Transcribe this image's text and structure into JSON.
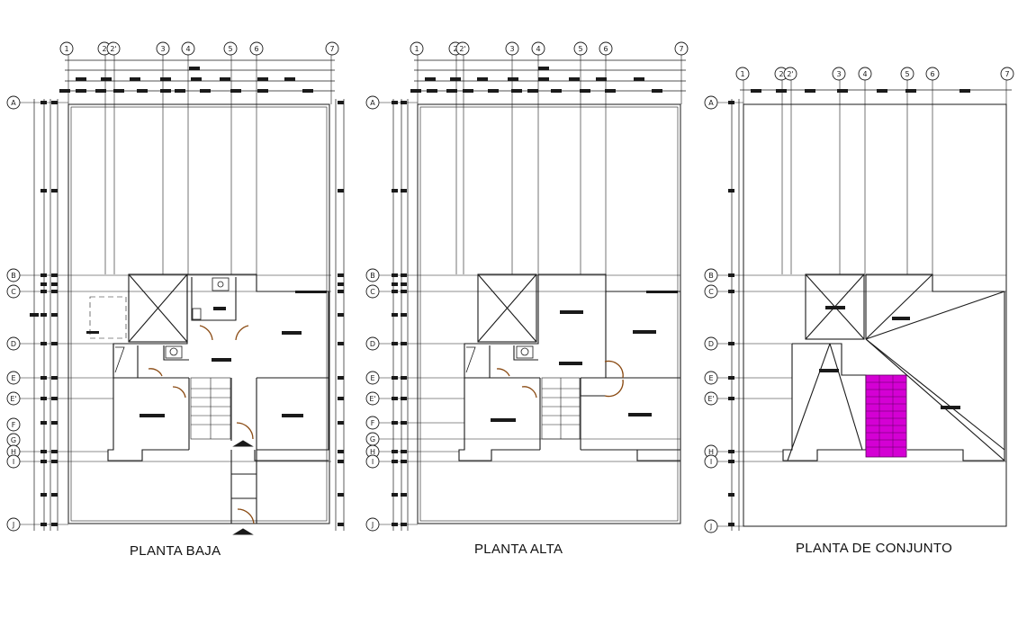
{
  "plans": [
    {
      "title": "PLANTA BAJA",
      "axes_top": [
        "1",
        "2",
        "2'",
        "3",
        "4",
        "5",
        "6",
        "7"
      ],
      "axes_side": [
        "A",
        "B",
        "C",
        "D",
        "E",
        "E'",
        "F",
        "G",
        "H",
        "I",
        "J"
      ]
    },
    {
      "title": "PLANTA ALTA",
      "axes_top": [
        "1",
        "2",
        "2'",
        "3",
        "4",
        "5",
        "6",
        "7"
      ],
      "axes_side": [
        "A",
        "B",
        "C",
        "D",
        "E",
        "E'",
        "F",
        "G",
        "H",
        "I",
        "J"
      ]
    },
    {
      "title": "PLANTA DE CONJUNTO",
      "axes_top": [
        "1",
        "2",
        "2'",
        "3",
        "4",
        "5",
        "6",
        "7"
      ],
      "axes_side": [
        "A",
        "B",
        "C",
        "D",
        "E",
        "E'",
        "H",
        "I",
        "J"
      ]
    }
  ],
  "colors": {
    "line": "#1a1a1a",
    "door": "#8a4a12",
    "roof_hatch": "#d400d4"
  }
}
